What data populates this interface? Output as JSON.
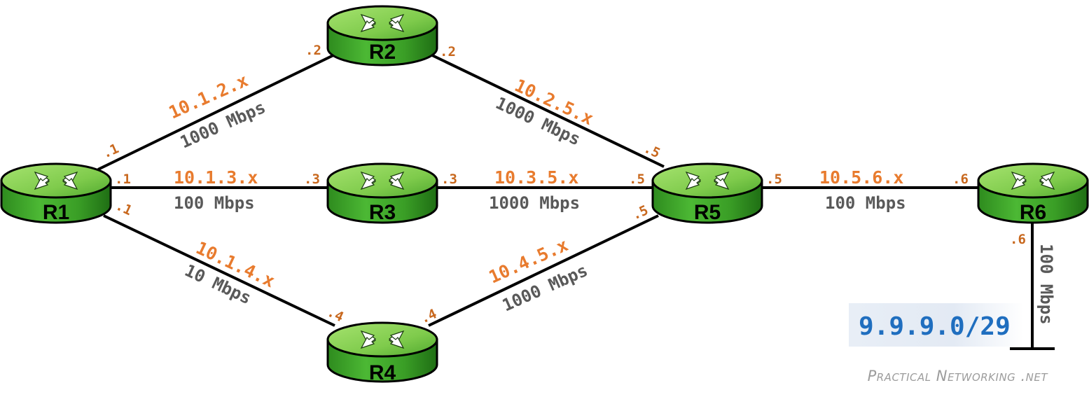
{
  "routers": [
    {
      "id": "r1",
      "name": "R1"
    },
    {
      "id": "r2",
      "name": "R2"
    },
    {
      "id": "r3",
      "name": "R3"
    },
    {
      "id": "r4",
      "name": "R4"
    },
    {
      "id": "r5",
      "name": "R5"
    },
    {
      "id": "r6",
      "name": "R6"
    }
  ],
  "links": [
    {
      "from": "R1",
      "to": "R2",
      "network": "10.1.2.x",
      "bandwidth": "1000 Mbps",
      "from_host": ".1",
      "to_host": ".2"
    },
    {
      "from": "R1",
      "to": "R3",
      "network": "10.1.3.x",
      "bandwidth": "100 Mbps",
      "from_host": ".1",
      "to_host": ".3"
    },
    {
      "from": "R1",
      "to": "R4",
      "network": "10.1.4.x",
      "bandwidth": "10 Mbps",
      "from_host": ".1",
      "to_host": ".4"
    },
    {
      "from": "R2",
      "to": "R5",
      "network": "10.2.5.x",
      "bandwidth": "1000 Mbps",
      "from_host": ".2",
      "to_host": ".5"
    },
    {
      "from": "R3",
      "to": "R5",
      "network": "10.3.5.x",
      "bandwidth": "1000 Mbps",
      "from_host": ".3",
      "to_host": ".5"
    },
    {
      "from": "R4",
      "to": "R5",
      "network": "10.4.5.x",
      "bandwidth": "1000 Mbps",
      "from_host": ".4",
      "to_host": ".5"
    },
    {
      "from": "R5",
      "to": "R6",
      "network": "10.5.6.x",
      "bandwidth": "100 Mbps",
      "from_host": ".5",
      "to_host": ".6"
    }
  ],
  "stub": {
    "router": "R6",
    "host": ".6",
    "bandwidth": "100 Mbps",
    "network": "9.9.9.0/29"
  },
  "branding": {
    "text": "Practical Networking .net"
  },
  "colors": {
    "network_label": "#E87B2E",
    "host_label": "#C8681E",
    "bandwidth_label": "#595959",
    "router_body": "#3FA62A",
    "router_top": "#8CD65A",
    "subnet_text": "#1F6EBF"
  }
}
